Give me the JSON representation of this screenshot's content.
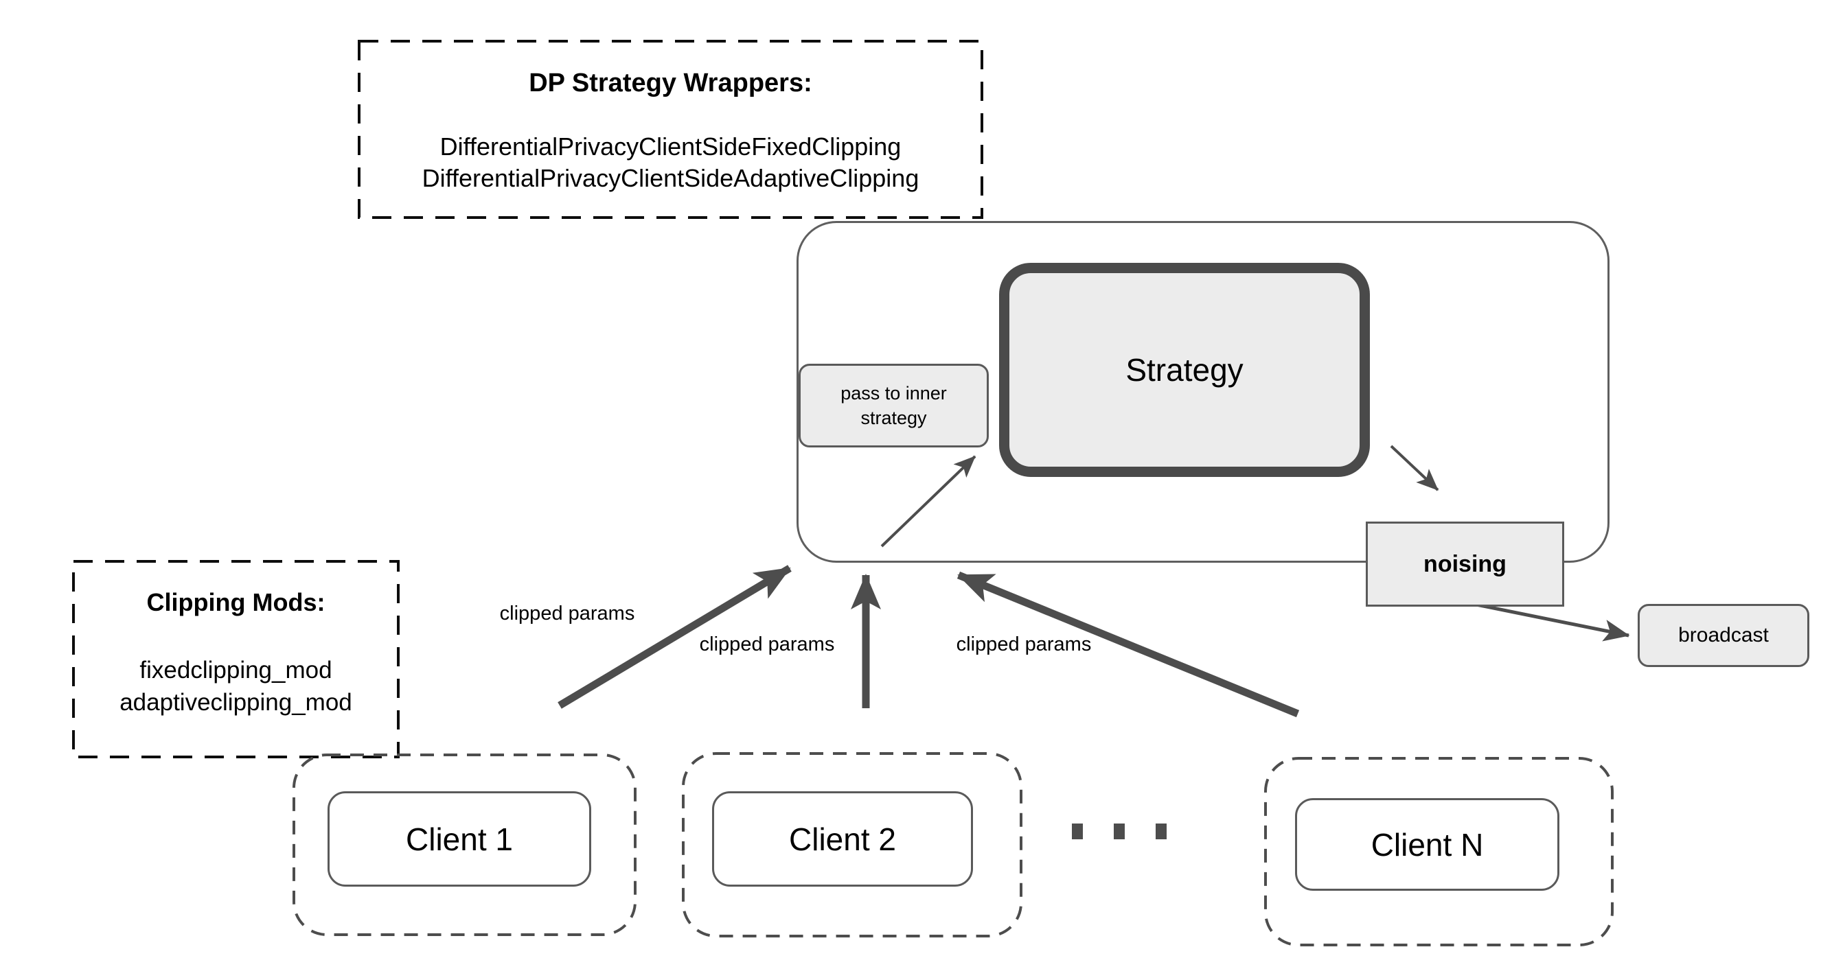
{
  "diagram": {
    "dp_wrappers": {
      "title": "DP Strategy Wrappers:",
      "items": [
        "DifferentialPrivacyClientSideFixedClipping",
        "DifferentialPrivacyClientSideAdaptiveClipping"
      ]
    },
    "clipping_mods": {
      "title": "Clipping Mods:",
      "items": [
        "fixedclipping_mod",
        "adaptiveclipping_mod"
      ]
    },
    "server": {
      "strategy_label": "Strategy",
      "pass_to_inner_label": "pass to inner strategy",
      "noising_label": "noising",
      "broadcast_label": "broadcast"
    },
    "arrows": {
      "labels": [
        "clipped params",
        "clipped params",
        "clipped params"
      ]
    },
    "clients": {
      "items": [
        "Client 1",
        "Client 2",
        "Client N"
      ]
    }
  },
  "colors": {
    "arrow": "#4d4d4d",
    "box_fill": "#ececec",
    "box_border": "#5a5a5a",
    "strategy_border": "#4a4a4a",
    "dashed_annotation": "#0d0d0d",
    "dashed_client": "#4d4d4d",
    "text": "#000000"
  }
}
